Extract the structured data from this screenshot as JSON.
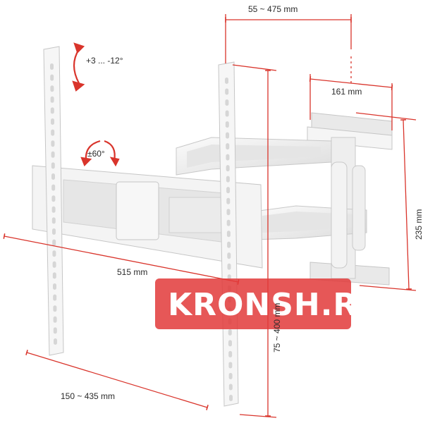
{
  "dimensions": {
    "arm_reach": "55 ~ 475 mm",
    "wall_plate_width": "161 mm",
    "wall_plate_height": "235 mm",
    "max_width": "515 mm",
    "vertical_spacing": "75 ~ 400 mm",
    "horizontal_spacing": "150 ~ 435 mm"
  },
  "adjustments": {
    "tilt": "+3 ... -12°",
    "rotation": "±60°"
  },
  "watermark": "KRONSH.RU",
  "colors": {
    "dimension_line": "#d9342b",
    "mount_body": "#f2f2f2",
    "mount_shadow": "#cfcfcf",
    "watermark_bg": "#e23a3a"
  },
  "icons": [
    "tilt-arrow-icon",
    "rotate-arrows-icon"
  ]
}
